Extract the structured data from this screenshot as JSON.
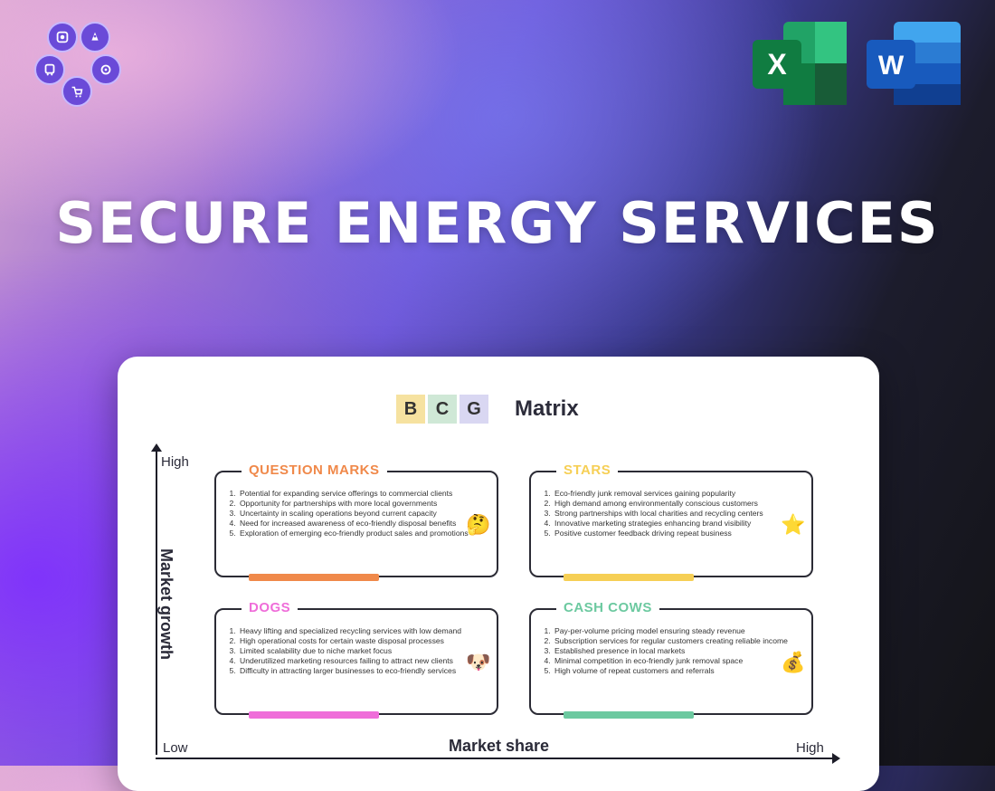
{
  "title": "SECURE ENERGY SERVICES",
  "app_icons": {
    "excel": {
      "letter": "X",
      "name": "excel-icon"
    },
    "word": {
      "letter": "W",
      "name": "word-icon"
    }
  },
  "colors": {
    "question_marks": "#f0894a",
    "stars": "#f6cf55",
    "dogs": "#ef6dd9",
    "cash_cows": "#6cc9a0",
    "axis": "#1c1c28"
  },
  "matrix": {
    "letters": [
      "B",
      "C",
      "G"
    ],
    "heading": "Matrix",
    "axes": {
      "y_label": "Market growth",
      "x_label": "Market share",
      "y_high": "High",
      "x_low": "Low",
      "x_high": "High"
    },
    "quadrants": {
      "question_marks": {
        "title": "QUESTION MARKS",
        "emoji": "🤔",
        "items": [
          "Potential for expanding service offerings to commercial clients",
          "Opportunity for partnerships with more local governments",
          "Uncertainty in scaling operations beyond current capacity",
          "Need for increased awareness of eco-friendly disposal benefits",
          "Exploration of emerging eco-friendly product sales and promotions"
        ]
      },
      "stars": {
        "title": "STARS",
        "emoji": "⭐",
        "items": [
          "Eco-friendly junk removal services gaining popularity",
          "High demand among environmentally conscious customers",
          "Strong partnerships with local charities and recycling centers",
          "Innovative marketing strategies enhancing brand visibility",
          "Positive customer feedback driving repeat business"
        ]
      },
      "dogs": {
        "title": "DOGS",
        "emoji": "🐶",
        "items": [
          "Heavy lifting and specialized recycling services with low demand",
          "High operational costs for certain waste disposal processes",
          "Limited scalability due to niche market focus",
          "Underutilized marketing resources failing to attract new clients",
          "Difficulty in attracting larger businesses to eco-friendly services"
        ]
      },
      "cash_cows": {
        "title": "CASH COWS",
        "emoji": "💰",
        "items": [
          "Pay-per-volume pricing model ensuring steady revenue",
          "Subscription services for regular customers creating reliable income",
          "Established presence in local markets",
          "Minimal competition in eco-friendly junk removal space",
          "High volume of repeat customers and referrals"
        ]
      }
    }
  }
}
